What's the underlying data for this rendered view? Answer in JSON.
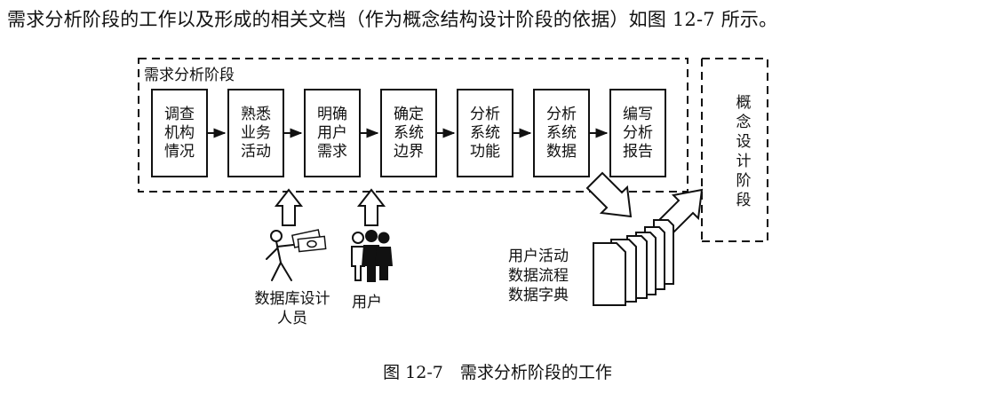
{
  "intro_text": "需求分析阶段的工作以及形成的相关文档（作为概念结构设计阶段的依据）如图 12-7 所示。",
  "phase_title": "需求分析阶段",
  "steps": [
    {
      "label": "调查机构情况"
    },
    {
      "label": "熟悉业务活动"
    },
    {
      "label": "明确用户需求"
    },
    {
      "label": "确定系统边界"
    },
    {
      "label": "分析系统功能"
    },
    {
      "label": "分析系统数据"
    },
    {
      "label": "编写分析报告"
    }
  ],
  "concept_phase": "概念设计阶段",
  "documents": [
    "用户活动",
    "数据流程",
    "数据字典"
  ],
  "people": {
    "designer_line1": "数据库设计",
    "designer_line2": "人员",
    "user": "用户"
  },
  "caption": "图 12-7　需求分析阶段的工作"
}
